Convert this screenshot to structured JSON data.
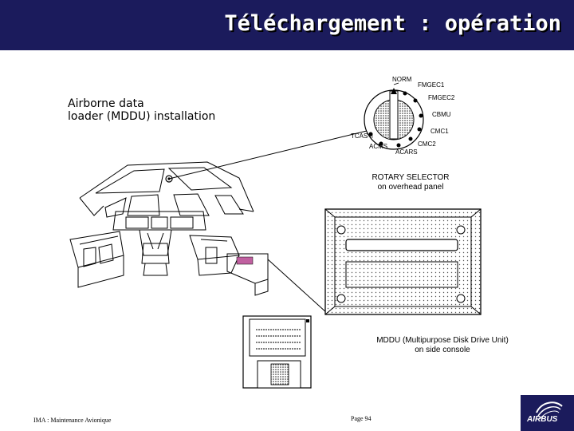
{
  "header": {
    "title": "Téléchargement : opération"
  },
  "caption": {
    "line1": "Airborne data",
    "line2": "loader (MDDU) installation"
  },
  "selector": {
    "positions": {
      "norm": "NORM",
      "fmgec1": "FMGEC1",
      "fmgec2": "FMGEC2",
      "cbmu": "CBMU",
      "cmc1": "CMC1",
      "cmc2": "CMC2",
      "acars": "ACARS",
      "acms": "ACMS",
      "tcas": "TCAS II"
    },
    "caption_line1": "ROTARY SELECTOR",
    "caption_line2": "on overhead  panel"
  },
  "mddu": {
    "caption_line1": "MDDU (Multipurpose Disk Drive Unit)",
    "caption_line2": "on side console"
  },
  "footer": {
    "left": "IMA : Maintenance Avionique",
    "page": "Page 94"
  },
  "logo": {
    "text": "AIRBUS"
  },
  "colors": {
    "header_bg": "#1b1b5c",
    "title_text": "#ffffff"
  }
}
